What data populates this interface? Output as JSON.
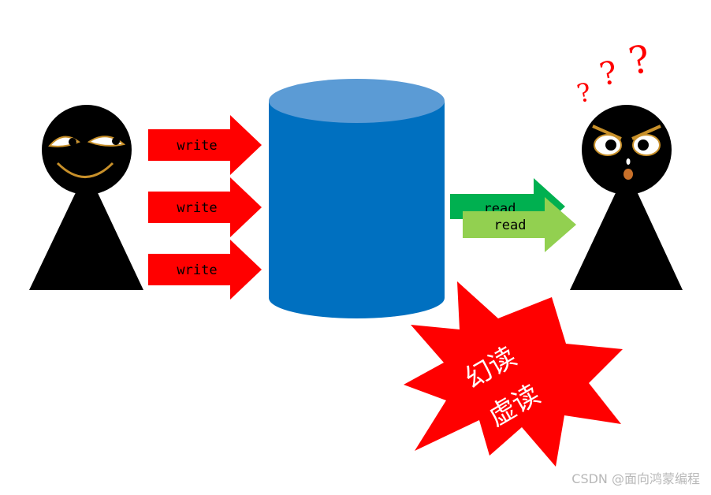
{
  "writer": {
    "arrows": [
      {
        "label": "write"
      },
      {
        "label": "write"
      },
      {
        "label": "write"
      }
    ]
  },
  "reader": {
    "arrows": [
      {
        "label": "read"
      },
      {
        "label": "read"
      }
    ],
    "question_marks": [
      "?",
      "?",
      "?"
    ]
  },
  "burst": {
    "line1": "幻读",
    "line2": "虚读"
  },
  "watermark": "CSDN @面向鸿蒙编程",
  "colors": {
    "write_arrow": "#ff0000",
    "read_arrow_back": "#00b050",
    "read_arrow_front": "#92d050",
    "database_body": "#0070c0",
    "database_top": "#5b9bd5",
    "burst": "#ff0000",
    "figure": "#000000"
  }
}
